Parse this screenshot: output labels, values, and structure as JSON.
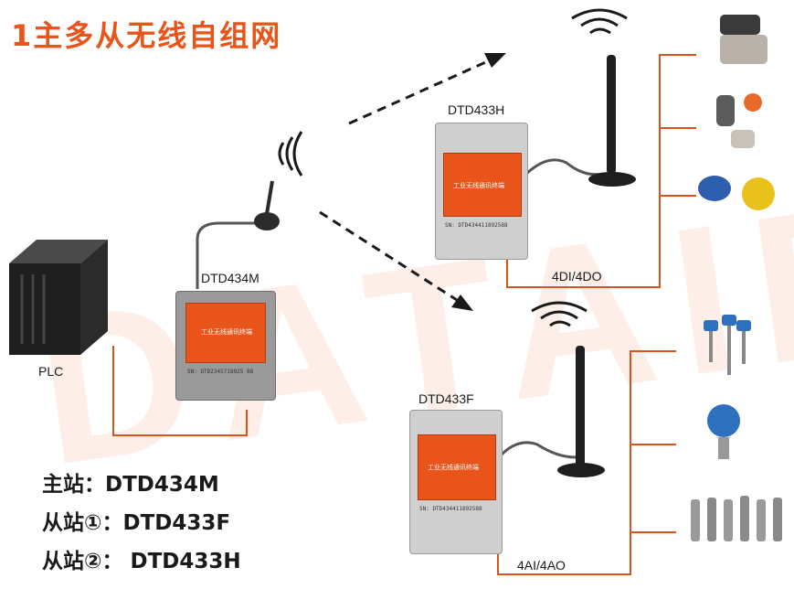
{
  "title": "1主多从无线自组网",
  "devices": {
    "plc_label": "PLC",
    "master_label": "DTD434M",
    "slave_h_label": "DTD433H",
    "slave_f_label": "DTD433F"
  },
  "io": {
    "slave_h_io": "4DI/4DO",
    "slave_f_io": "4AI/4AO"
  },
  "device_face": {
    "product_name": "工业无线通讯终端",
    "sn_master": "SN: DTD2345718925 88",
    "sn_h": "SN: DTD434411892588",
    "sn_f": "SN: DTD434411892588"
  },
  "legend": {
    "master": "主站：DTD434M",
    "slave1": "从站①：DTD433F",
    "slave2": "从站②：  DTD433H"
  },
  "watermark": "DATAIE",
  "colors": {
    "accent": "#e8541a",
    "wire": "#d9541c",
    "text": "#1a1a1a"
  }
}
